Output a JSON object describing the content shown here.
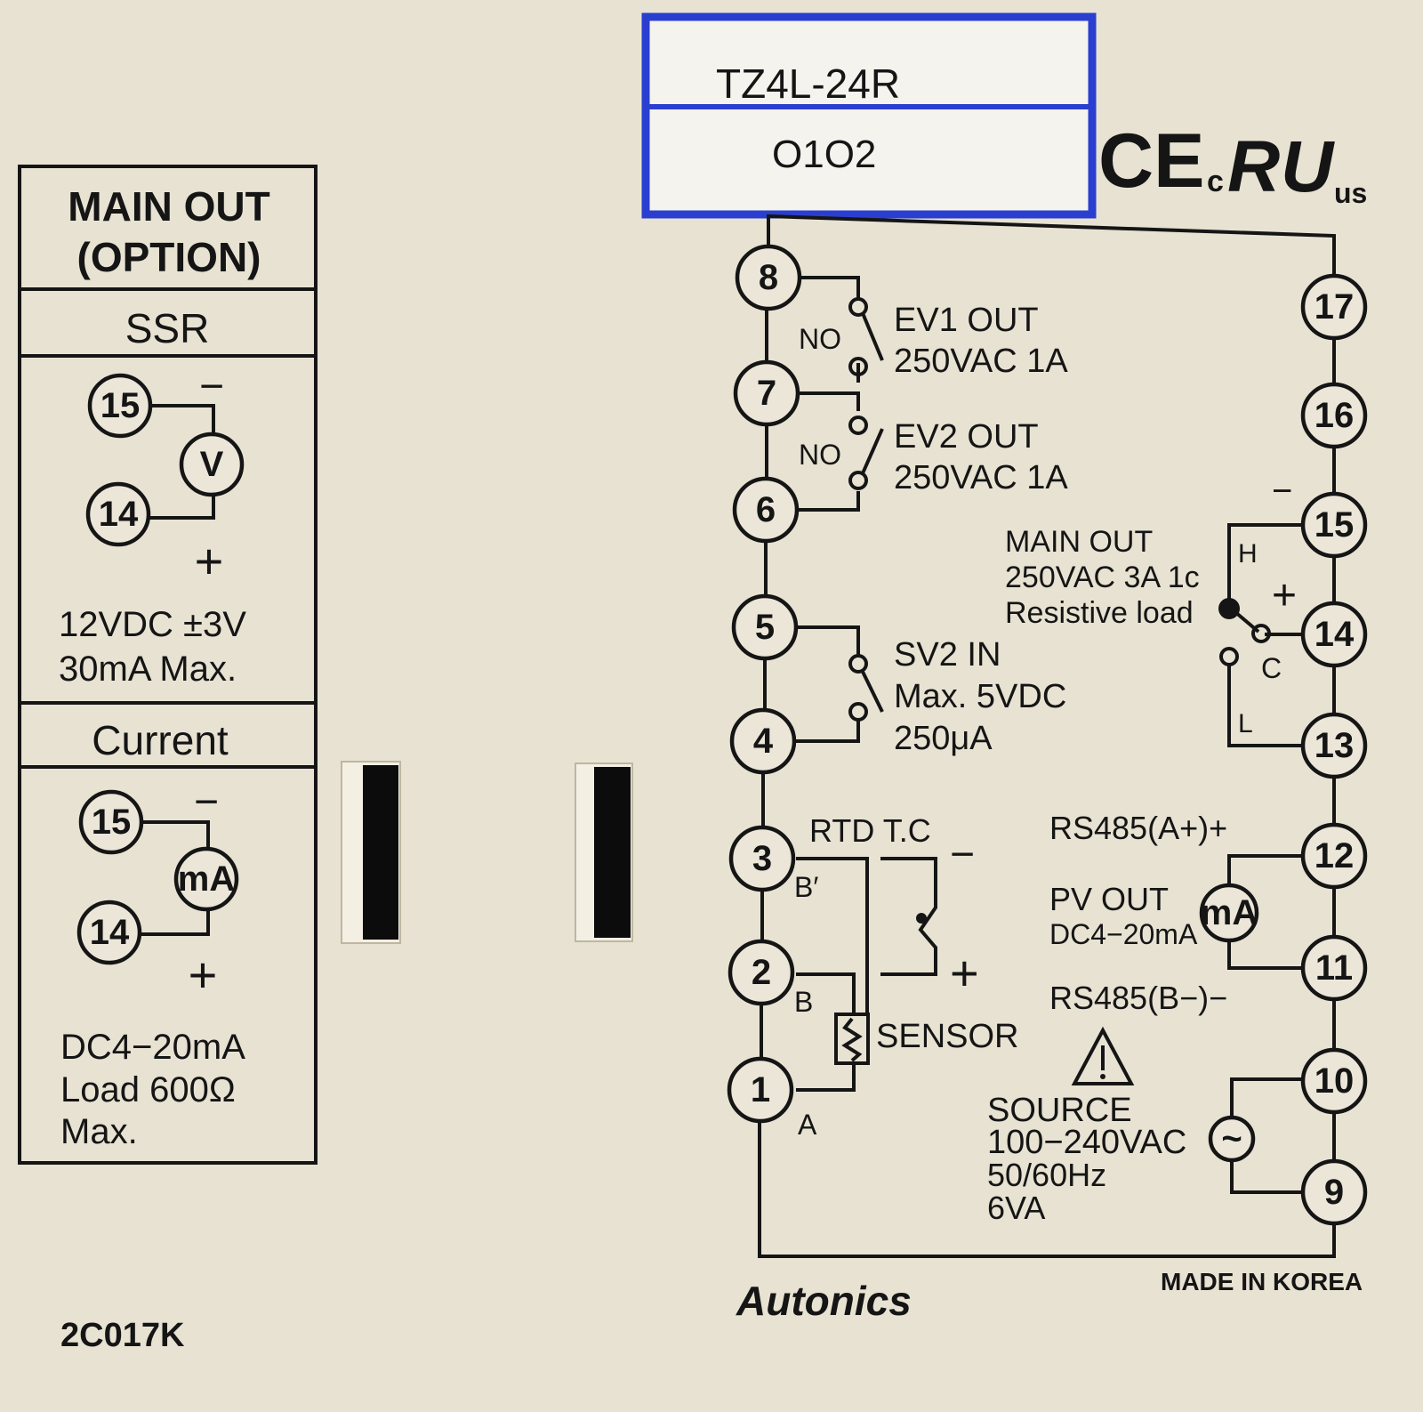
{
  "label": {
    "model": "TZ4L-24R",
    "serial": "O1O2",
    "border_color": "#2a3fd0"
  },
  "certifications": {
    "ce": "CE",
    "ul_prefix": "c",
    "ul_suffix": "us"
  },
  "main_out_option": {
    "title_line1": "MAIN OUT",
    "title_line2": "(OPTION)",
    "ssr": {
      "heading": "SSR",
      "terminal_a": "15",
      "terminal_b": "14",
      "meter": "V",
      "minus": "−",
      "plus": "+",
      "spec_line1": "12VDC ±3V",
      "spec_line2": "30mA Max."
    },
    "current": {
      "heading": "Current",
      "terminal_a": "15",
      "terminal_b": "14",
      "meter": "mA",
      "minus": "−",
      "plus": "+",
      "spec_line1": "DC4−20mA",
      "spec_line2": "Load 600Ω",
      "spec_line3": "Max."
    }
  },
  "diagram": {
    "left_terminals": [
      "8",
      "7",
      "6",
      "5",
      "4",
      "3",
      "2",
      "1"
    ],
    "right_terminals": [
      "17",
      "16",
      "15",
      "14",
      "13",
      "12",
      "11",
      "10",
      "9"
    ],
    "ev1": {
      "no": "NO",
      "line1": "EV1 OUT",
      "line2": "250VAC 1A"
    },
    "ev2": {
      "no": "NO",
      "line1": "EV2 OUT",
      "line2": "250VAC 1A"
    },
    "sv2": {
      "line1": "SV2 IN",
      "line2": "Max. 5VDC",
      "line3": "250μA"
    },
    "main_out": {
      "line1": "MAIN OUT",
      "line2": "250VAC 3A 1c",
      "line3": "Resistive load",
      "h": "H",
      "c": "C",
      "l": "L",
      "minus": "−",
      "plus": "+"
    },
    "sensor": {
      "heading": "RTD T.C",
      "b_prime": "B′",
      "b": "B",
      "a": "A",
      "label": "SENSOR",
      "minus": "−",
      "plus": "+"
    },
    "rs485_a": "RS485(A+)+",
    "rs485_b": "RS485(B−)−",
    "pv_out": {
      "line1": "PV OUT",
      "line2": "DC4−20mA",
      "meter": "mA"
    },
    "source": {
      "line1": "SOURCE",
      "line2": "100−240VAC",
      "line3": "50/60Hz",
      "line4": "6VA",
      "symbol": "~"
    }
  },
  "brand": "Autonics",
  "origin": "MADE IN KOREA",
  "code": "2C017K"
}
